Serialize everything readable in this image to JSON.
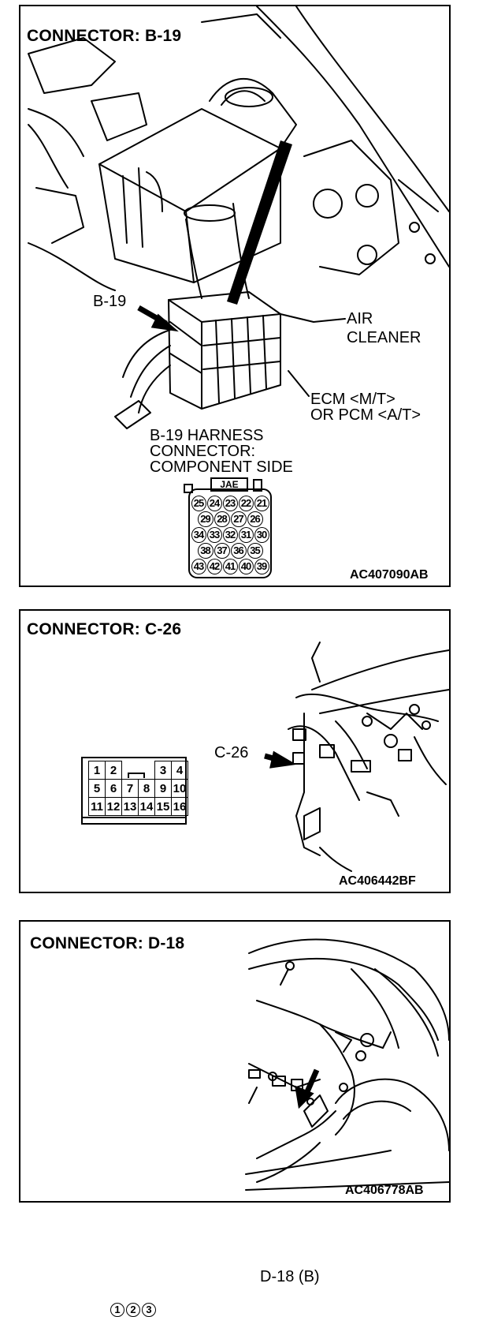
{
  "panels": [
    {
      "title": "CONNECTOR: B-19",
      "figure_code": "AC407090AB",
      "callout": "B-19",
      "label_air_cleaner_1": "AIR",
      "label_air_cleaner_2": "CLEANER",
      "label_ecm_1": "ECM <M/T>",
      "label_ecm_2": "OR PCM <A/T>",
      "harness_1": "B-19 HARNESS",
      "harness_2": "CONNECTOR:",
      "harness_3": "COMPONENT SIDE",
      "connector_tag": "JAE",
      "pin_rows": [
        [
          "25",
          "24",
          "23",
          "22",
          "21"
        ],
        [
          "29",
          "28",
          "27",
          "26"
        ],
        [
          "34",
          "33",
          "32",
          "31",
          "30"
        ],
        [
          "38",
          "37",
          "36",
          "35"
        ],
        [
          "43",
          "42",
          "41",
          "40",
          "39"
        ]
      ]
    },
    {
      "title": "CONNECTOR: C-26",
      "figure_code": "AC406442BF",
      "callout": "C-26",
      "pin_rows": [
        [
          "1",
          "2",
          "",
          "",
          "3",
          "4"
        ],
        [
          "5",
          "6",
          "7",
          "8",
          "9",
          "10"
        ],
        [
          "11",
          "12",
          "13",
          "14",
          "15",
          "16"
        ]
      ]
    },
    {
      "title": "CONNECTOR: D-18",
      "figure_code": "AC406778AB",
      "callout": "D-18 (B)",
      "pins": [
        "1",
        "2",
        "3"
      ]
    }
  ],
  "colors": {
    "line": "#000000",
    "background": "#ffffff"
  }
}
